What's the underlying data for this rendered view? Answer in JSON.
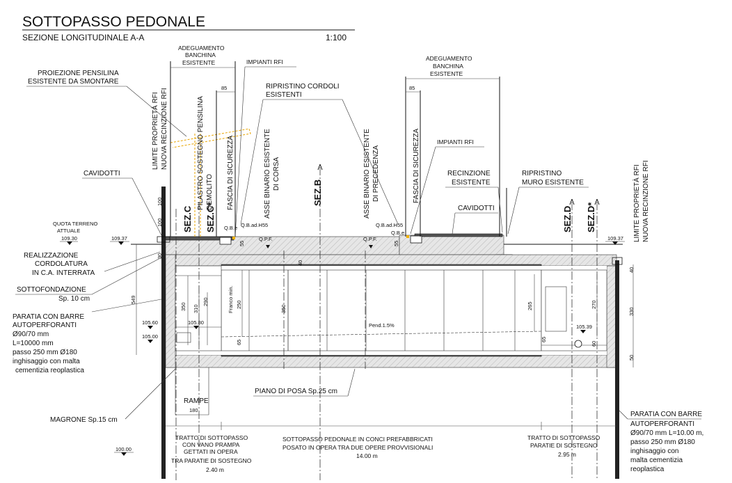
{
  "header": {
    "title": "SOTTOPASSO PEDONALE",
    "subtitle": "SEZIONE LONGITUDINALE A-A",
    "scale": "1:100"
  },
  "labels": {
    "adeguamento_left": [
      "ADEGUAMENTO",
      "BANCHINA",
      "ESISTENTE"
    ],
    "adeguamento_right": [
      "ADEGUAMENTO",
      "BANCHINA",
      "ESISTENTE"
    ],
    "impianti_left": "IMPIANTI RFI",
    "impianti_right": "IMPIANTI RFI",
    "proiezione": [
      "PROIEZIONE PENSILINA",
      "ESISTENTE DA SMONTARE"
    ],
    "ripristino_cordoli": [
      "RIPRISTINO CORDOLI",
      "ESISTENTI"
    ],
    "limite_left": [
      "LIMITE PROPRIETÀ RFI",
      "NUOVA RECINZIONE RFI"
    ],
    "limite_right": [
      "LIMITE PROPRIETÀ RFI",
      "NUOVA RECINZIONE RFI"
    ],
    "pilastro": [
      "PILASTRO SOSTEGNO PENSILINA",
      "DEMOLITO"
    ],
    "fascia_left": "FASCIA DI SICUREZZA",
    "fascia_right": "FASCIA DI SICUREZZA",
    "asse_corsa": [
      "ASSE BINARIO ESISTENTE",
      "DI CORSA"
    ],
    "asse_precedenza": [
      "ASSE BINARIO ESISTENTE",
      "DI PRECEDENZA"
    ],
    "cavidotti_left": "CAVIDOTTI",
    "cavidotti_right": "CAVIDOTTI",
    "recinzione": [
      "RECINZIONE",
      "ESISTENTE"
    ],
    "ripristino_muro": [
      "RIPRISTINO",
      "MURO ESISTENTE"
    ],
    "quota_terreno": [
      "QUOTA TERRENO",
      "ATTUALE"
    ],
    "realizzazione": [
      "REALIZZAZIONE",
      "CORDOLATURA",
      "IN C.A. INTERRATA"
    ],
    "sottofondazione": [
      "SOTTOFONDAZIONE",
      "Sp. 10 cm"
    ],
    "paratia_left": [
      "PARATIA CON BARRE",
      "AUTOPERFORANTI",
      "Ø90/70 mm",
      "L=10000 mm",
      "passo 250 mm Ø180",
      "inghisaggio con malta",
      "cementizia reoplastica"
    ],
    "paratia_right": [
      "PARATIA CON BARRE",
      "AUTOPERFORANTI",
      "Ø90/70 mm L=10.00 m,",
      "passo 250 mm Ø180",
      "inghisaggio con",
      "malta cementizia",
      "reoplastica"
    ],
    "magrone": "MAGRONE Sp.15 cm",
    "rampe": [
      "RAMPE",
      "180"
    ],
    "piano_posa": "PIANO DI POSA Sp.25 cm",
    "tratto_left": [
      "TRATTO DI SOTTOPASSO",
      "CON VANO PRAMPA",
      "GETTATI IN OPERA",
      "TRA PARATIE DI SOSTEGNO",
      "2.40 m"
    ],
    "tratto_mid": [
      "SOTTOPASSO PEDONALE IN CONCI PREFABBRICATI",
      "POSATO IN OPERA TRA DUE OPERE PROVVISIONALI",
      "14.00 m"
    ],
    "tratto_right": [
      "TRATTO DI SOTTOPASSO",
      "PARATIE DI SOSTEGNO",
      "2.95 m"
    ],
    "franco": [
      "Franco min.",
      "250"
    ],
    "pendenza": "Pend.1.5%"
  },
  "sections": {
    "sez_c": "SEZ.C",
    "sez_c_star": "SEZ.C*",
    "sez_b": "SEZ.B",
    "sez_d": "SEZ.D",
    "sez_d_star": "SEZ.D*"
  },
  "elevations": {
    "e_109_30": "109.30",
    "e_109_37_left": "109.37",
    "e_109_37_right": "109.37",
    "e_105_60": "105.60",
    "e_105_00": "105.00",
    "e_105_80": "105.80",
    "e_105_39": "105.39",
    "e_100_00": "100.00"
  },
  "dimensions": {
    "d85_left": "85",
    "d85_right": "85",
    "d549": "549",
    "d350_a": "350",
    "d310": "310",
    "d290": "290",
    "d350_b": "350",
    "d265": "265",
    "d270": "270",
    "d330": "330",
    "d40_mid": "40",
    "d40_right": "40",
    "d65": "65",
    "d60": "60",
    "d50": "50",
    "d55_left": "55",
    "d55_right": "55",
    "d30": "30",
    "d100": "100",
    "d100b": "100"
  },
  "markers": {
    "qbe_left": "Q.B.e",
    "qbad_left": "Q.B.ad.H55",
    "qpf_left": "Q.P.F.",
    "qpf_right": "Q.P.F.",
    "qbad_right": "Q.B.ad.H55",
    "qbe_right": "Q.B.e"
  },
  "colors": {
    "ink": "#111111",
    "concrete": "#d6d6d6",
    "band": "#555555",
    "pensilina": "#e8a400"
  }
}
